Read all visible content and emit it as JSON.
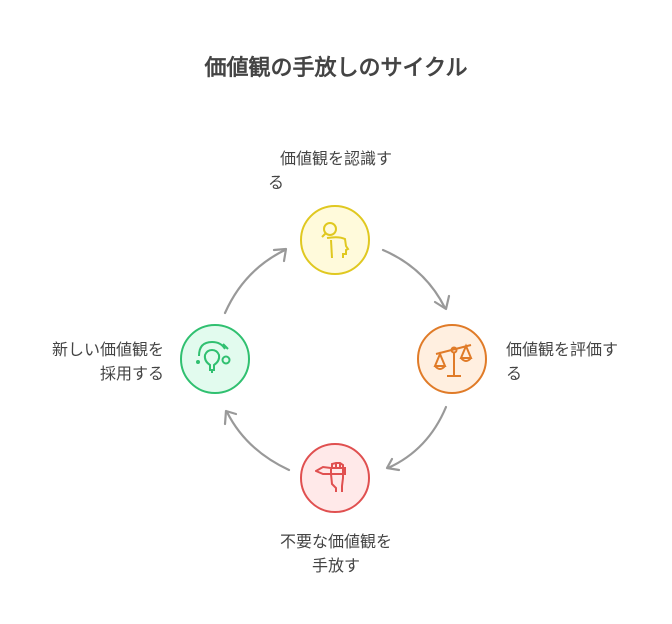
{
  "title": "価値観の手放しのサイクル",
  "steps": [
    {
      "label_line1": "価値観を認識す",
      "label_line2": "る",
      "icon": "person-search-icon",
      "color": "#e0c820",
      "fill": "#fffadb"
    },
    {
      "label_line1": "価値観を評価す",
      "label_line2": "る",
      "icon": "balance-scale-icon",
      "color": "#e07b28",
      "fill": "#ffefe0"
    },
    {
      "label_line1": "不要な価値観を",
      "label_line2": "手放す",
      "icon": "hand-holding-pen-icon",
      "color": "#e05050",
      "fill": "#ffe9e9"
    },
    {
      "label_line1": "新しい価値観を",
      "label_line2": "採用する",
      "icon": "lightbulb-icon",
      "color": "#30c070",
      "fill": "#e2fbee"
    }
  ],
  "arrow_color": "#999999"
}
